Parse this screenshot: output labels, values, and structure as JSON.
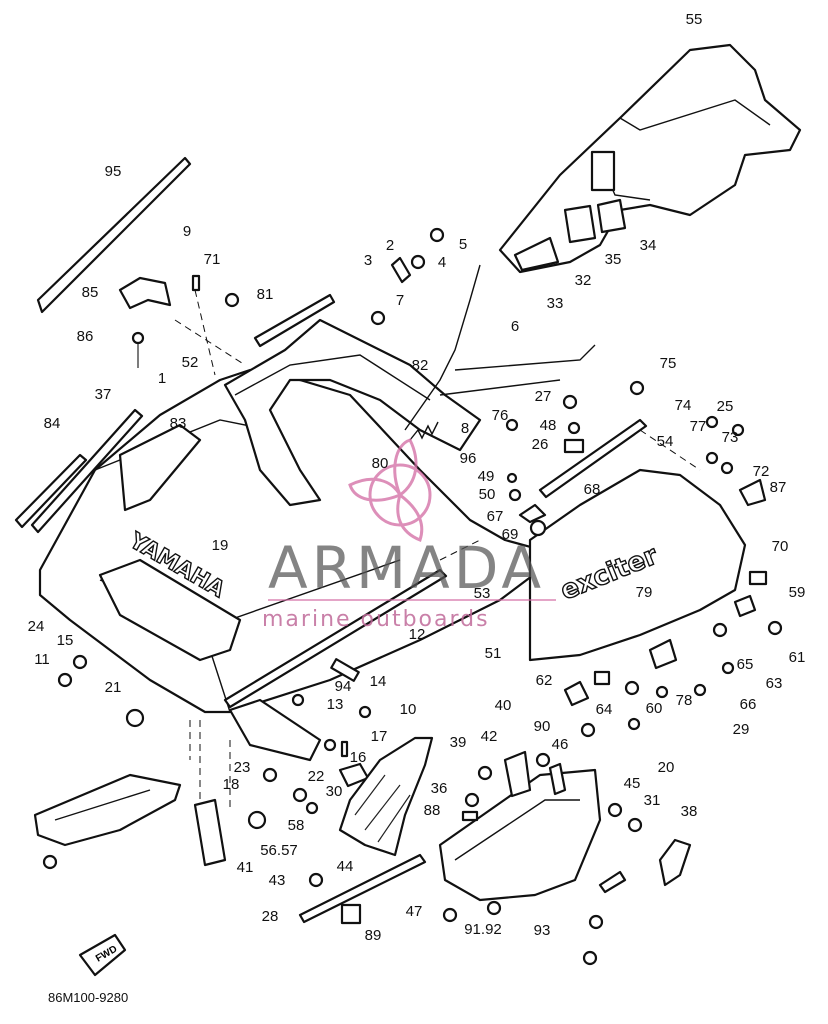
{
  "diagram": {
    "code": "86M100-9280",
    "front_marker": "FWD",
    "emboss_brand": "YAMAHA",
    "emboss_model": "exciter"
  },
  "watermark": {
    "title": "ARMADA",
    "subtitle": "marine outboards"
  },
  "callouts": [
    "95",
    "9",
    "71",
    "85",
    "86",
    "81",
    "52",
    "1",
    "37",
    "84",
    "83",
    "3",
    "2",
    "4",
    "5",
    "7",
    "6",
    "82",
    "8",
    "80",
    "96",
    "55",
    "34",
    "35",
    "32",
    "33",
    "75",
    "27",
    "74",
    "76",
    "48",
    "26",
    "25",
    "77",
    "73",
    "72",
    "87",
    "54",
    "49",
    "50",
    "68",
    "67",
    "69",
    "70",
    "79",
    "59",
    "53",
    "51",
    "61",
    "65",
    "63",
    "62",
    "64",
    "60",
    "66",
    "78",
    "29",
    "20",
    "19",
    "24",
    "15",
    "11",
    "21",
    "94",
    "13",
    "14",
    "12",
    "10",
    "18",
    "17",
    "16",
    "23",
    "22",
    "30",
    "58",
    "56.57",
    "41",
    "39",
    "42",
    "40",
    "90",
    "46",
    "45",
    "31",
    "38",
    "36",
    "88",
    "44",
    "43",
    "28",
    "89",
    "47",
    "91.92",
    "93"
  ]
}
